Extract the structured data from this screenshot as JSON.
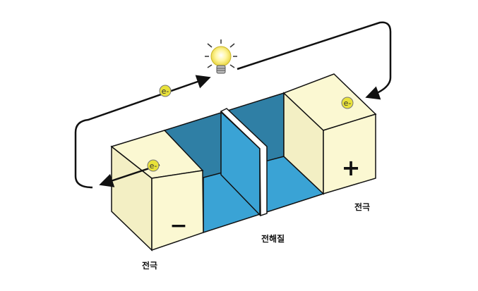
{
  "labels": {
    "right_electrode": "전극",
    "electrolyte": "전해질",
    "left_electrode": "전극"
  },
  "electrode_signs": {
    "negative": "−",
    "positive": "+"
  },
  "electron_symbol": "e-",
  "icons": [
    "light-bulb-icon",
    "electron-icon"
  ],
  "colors": {
    "electrode": "#fbf8d2",
    "electrolyte_back": "#2f7fa5",
    "electrolyte_front": "#3aa3d5",
    "electron": "#e9e23a",
    "wire": "#111111"
  }
}
